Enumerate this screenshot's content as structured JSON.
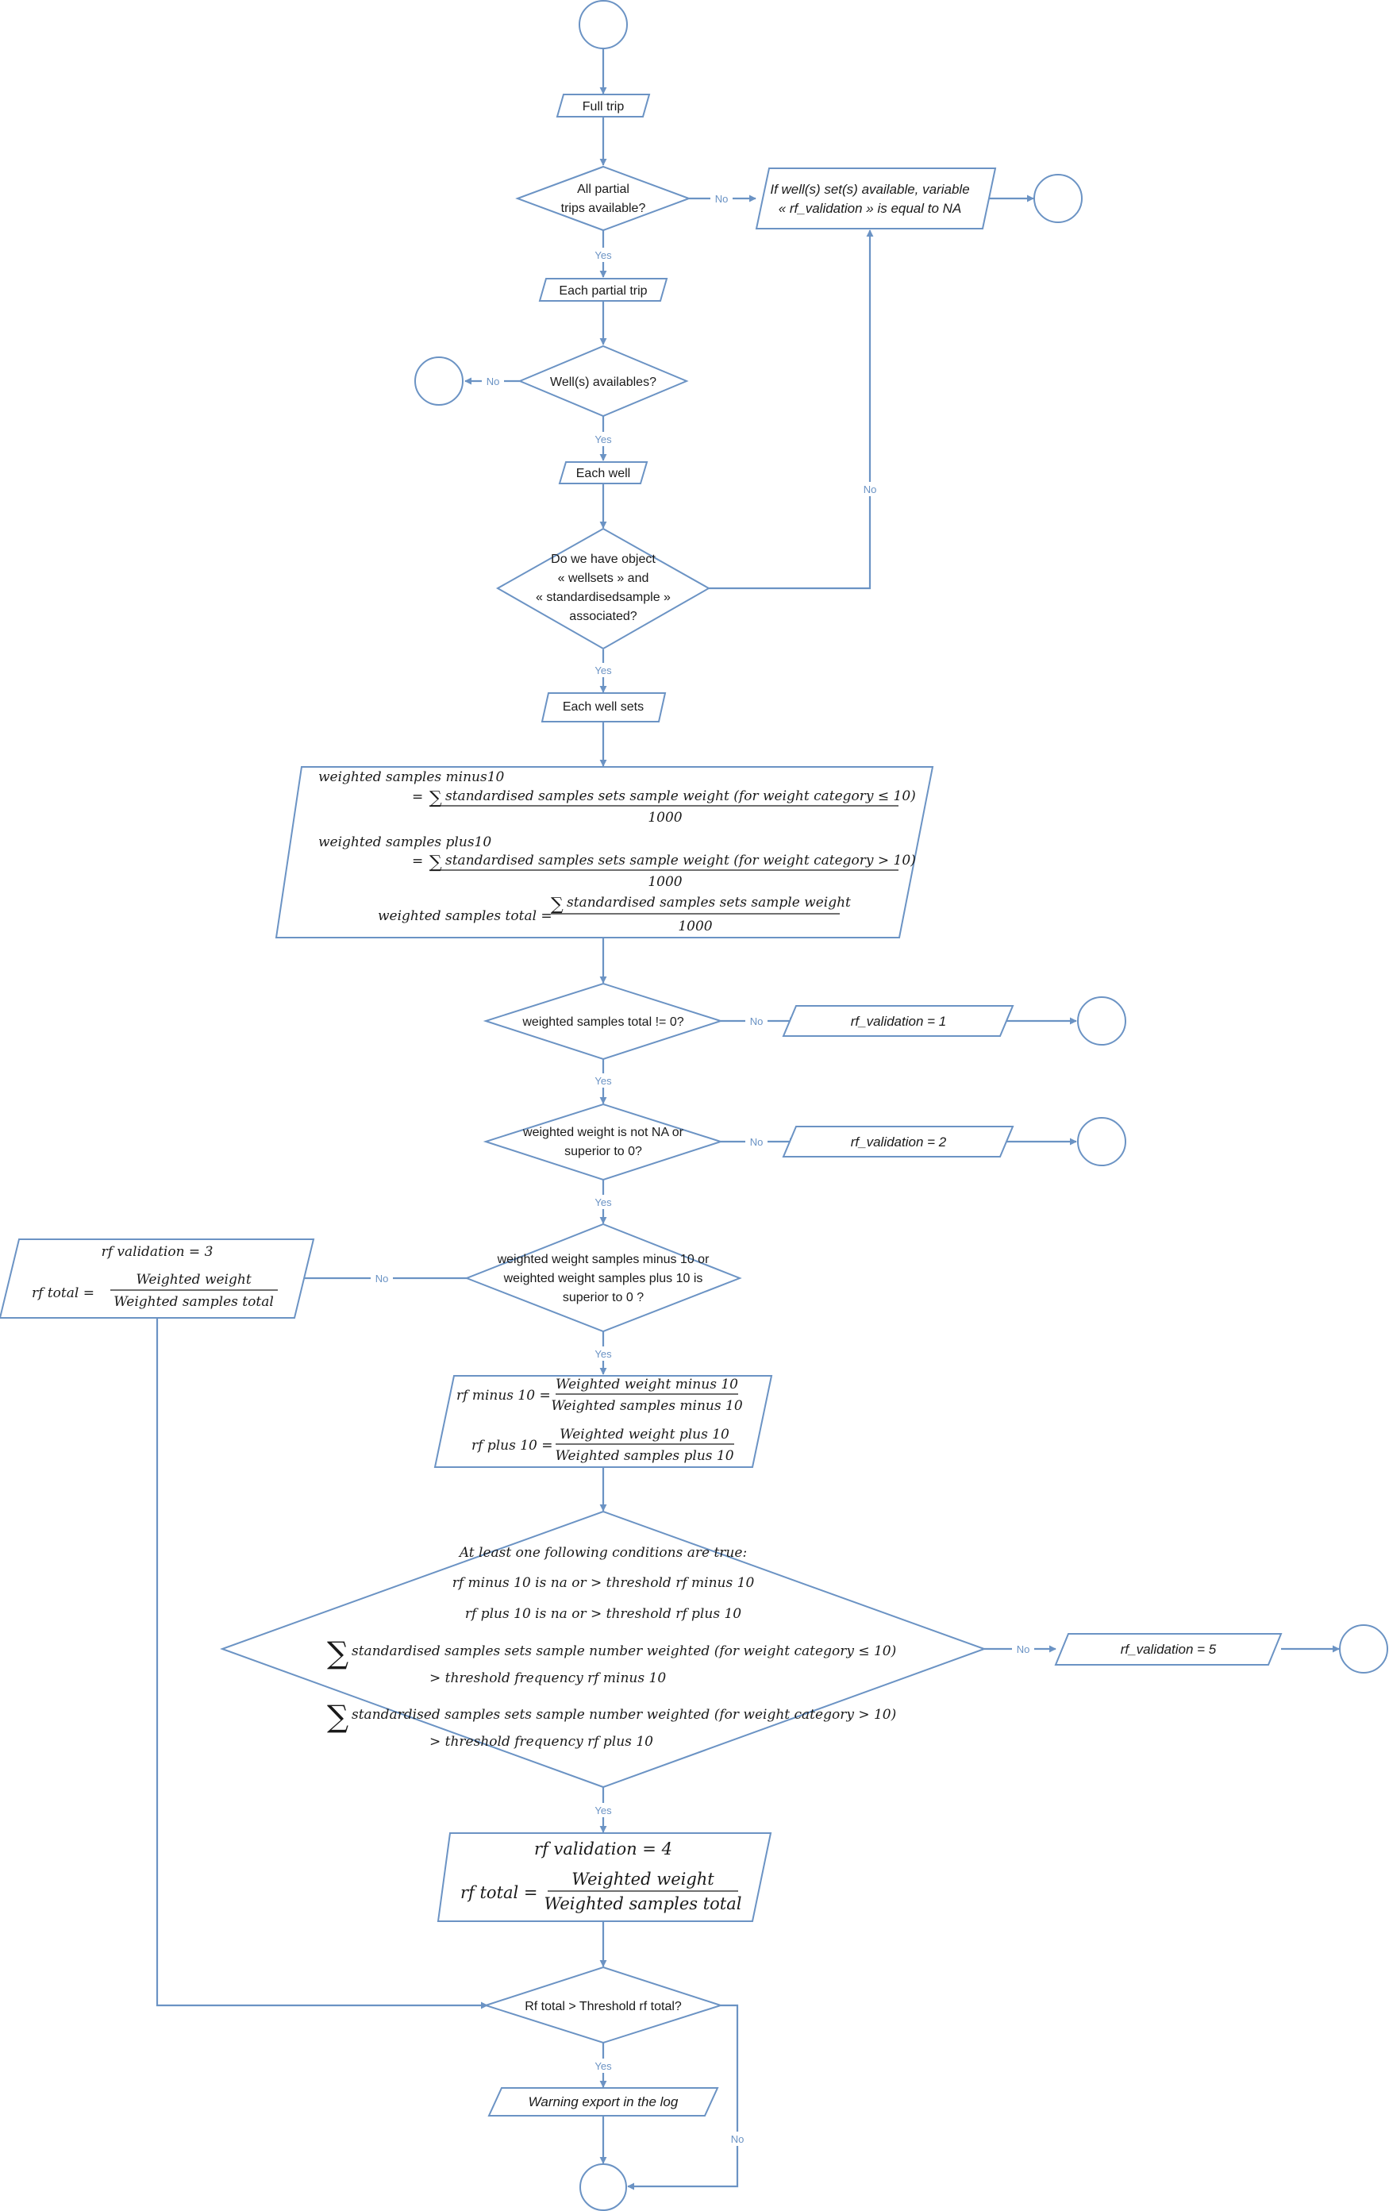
{
  "nodes": {
    "full_trip": "Full trip",
    "all_partial_l1": "All partial",
    "all_partial_l2": "trips available?",
    "if_well_l1": "If well(s) set(s) available, variable",
    "if_well_l2": "« rf_validation » is equal to NA",
    "each_partial_trip": "Each partial trip",
    "wells_available": "Well(s) availables?",
    "each_well": "Each well",
    "objects_l1": "Do we have object",
    "objects_l2": "« wellsets » and",
    "objects_l3": "« standardisedsample »",
    "objects_l4": "associated?",
    "each_well_sets": "Each well sets",
    "formula_minus_lhs": "weighted samples minus10",
    "formula_minus_num": "standardised samples sets sample weight (for weight category ≤ 10)",
    "formula_plus_lhs": "weighted samples plus10",
    "formula_plus_num": "standardised samples sets sample weight (for weight category > 10)",
    "formula_total_lhs": "weighted samples total =",
    "formula_total_num": "standardised samples sets sample weight",
    "denominator_1000": "1000",
    "total_not_zero": "weighted samples total != 0?",
    "rf1": "rf_validation = 1",
    "weight_not_na_l1": "weighted weight is not NA or",
    "weight_not_na_l2": "superior to 0?",
    "rf2": "rf_validation = 2",
    "minus_plus_l1": "weighted weight samples minus 10 or",
    "minus_plus_l2": "weighted weight samples plus 10 is",
    "minus_plus_l3": "superior to 0 ?",
    "rf3_line": "rf validation = 3",
    "rf3_total_lhs": "rf total =",
    "rf3_num": "Weighted weight",
    "rf3_den": "Weighted samples total",
    "rf_minus_lhs": "rf minus 10 =",
    "rf_minus_num": "Weighted weight minus 10",
    "rf_minus_den": "Weighted samples minus 10",
    "rf_plus_lhs": "rf plus 10 =",
    "rf_plus_num": "Weighted weight plus 10",
    "rf_plus_den": "Weighted samples plus 10",
    "cond_title": "At least one following conditions are true:",
    "cond1": "rf minus 10 is na or > threshold rf minus 10",
    "cond2": "rf plus 10 is na or > threshold rf plus 10",
    "cond3_a": "standardised samples sets sample number weighted (for weight category ≤ 10)",
    "cond3_b": "> threshold frequency rf minus 10",
    "cond4_a": "standardised samples sets sample number weighted (for weight category > 10)",
    "cond4_b": "> threshold frequency rf plus 10",
    "rf5": "rf_validation = 5",
    "rf4_line": "rf validation = 4",
    "rf4_total_lhs": "rf total =",
    "rf4_num": "Weighted weight",
    "rf4_den": "Weighted samples total",
    "threshold_total": "Rf total > Threshold rf total?",
    "warning": "Warning export in the log"
  },
  "edge_labels": {
    "yes": "Yes",
    "no": "No"
  },
  "colors": {
    "stroke": "#6b93c4",
    "text": "#1a1a1a",
    "background": "#ffffff"
  }
}
